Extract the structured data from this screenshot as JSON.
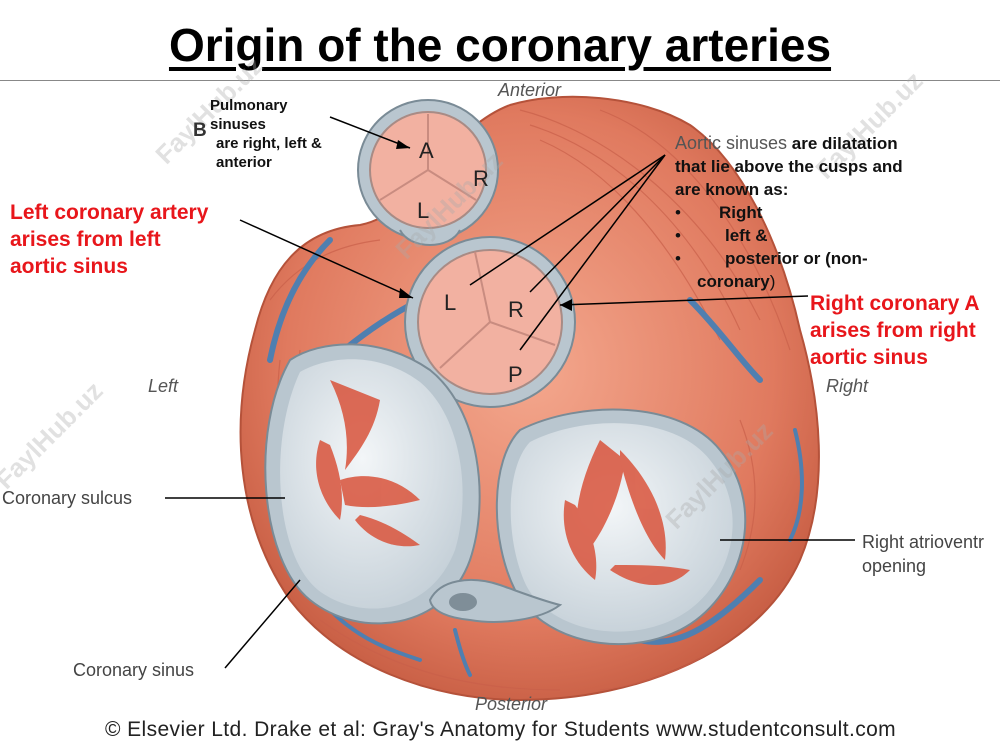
{
  "title": "Origin of the coronary arteries",
  "figure_letter": "B",
  "orientation": {
    "anterior": "Anterior",
    "posterior": "Posterior",
    "left": "Left",
    "right": "Right"
  },
  "pulmonary_note": {
    "line1": "Pulmonary",
    "line2": "sinuses",
    "line3": "are right, left &",
    "line4": "anterior"
  },
  "pulmonary_cusps": {
    "a": "A",
    "r": "R",
    "l": "L"
  },
  "aortic_cusps": {
    "l": "L",
    "r": "R",
    "p": "P"
  },
  "aortic_note": {
    "label": "Aortic sinuses",
    "line1_rest": "are dilatation",
    "line2": "that lie above the cusps and",
    "line3": "are known as:",
    "bullet1": "Right",
    "bullet2": "left &",
    "bullet3": "posterior or (non-",
    "line_end": "coronary",
    "paren": ")"
  },
  "left_coronary": {
    "line1": "Left coronary artery",
    "line2": "arises from left",
    "line3": "aortic sinus"
  },
  "right_coronary": {
    "line1": "Right coronary A",
    "line2": "arises from right",
    "line3": "aortic sinus"
  },
  "labels": {
    "coronary_sulcus": "Coronary sulcus",
    "coronary_sinus": "Coronary sinus",
    "right_av_line1": "Right atrioventr",
    "right_av_line2": "opening"
  },
  "copyright": "© Elsevier Ltd. Drake et al: Gray's Anatomy for Students www.studentconsult.com",
  "watermark": "FaylHub.uz",
  "colors": {
    "muscle": "#e07a5f",
    "muscle_dark": "#c0533c",
    "valve_ring": "#b9c6cf",
    "valve_fill": "#f2b1a1",
    "opening": "#d9e1e6",
    "vessel": "#4f7fb0",
    "red_text": "#e8161b"
  }
}
